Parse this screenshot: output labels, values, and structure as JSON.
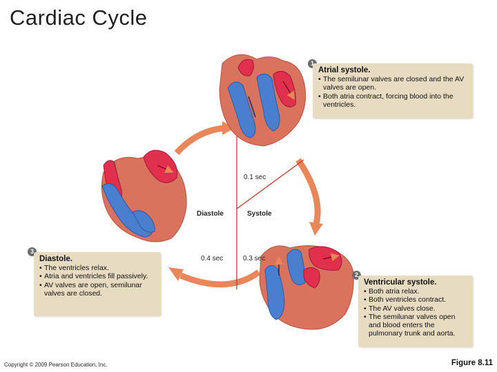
{
  "title": "Cardiac Cycle",
  "steps": [
    {
      "number": "1",
      "heading": "Atrial systole.",
      "bullets": [
        "The semilunar valves are closed and the AV valves are open.",
        "Both atria contract, forcing blood into the ventricles."
      ]
    },
    {
      "number": "2",
      "heading": "Ventricular systole.",
      "bullets": [
        "Both atria relax.",
        "Both ventricles contract.",
        "The AV valves close.",
        "The semilunar valves open and blood enters the pulmonary trunk and aorta."
      ]
    },
    {
      "number": "3",
      "heading": "Diastole.",
      "bullets": [
        "The ventricles relax.",
        "Atria and ventricles fill passively.",
        "AV valves are open, semilunar valves are closed."
      ]
    }
  ],
  "timing": {
    "phase1": "0.1 sec",
    "phase2": "0.3 sec",
    "phase3": "0.4 sec"
  },
  "phases": {
    "left": "Diastole",
    "right": "Systole"
  },
  "footer": {
    "copyright": "Copyright © 2009 Pearson Education, Inc.",
    "figure": "Figure 8.11"
  },
  "colors": {
    "box": "#e7dbc2",
    "arrow": "#e8885a",
    "divider": "#c0392b",
    "oxygenated": "#e0304e",
    "deoxygenated": "#4a7fd0",
    "muscle": "#d9735e"
  }
}
